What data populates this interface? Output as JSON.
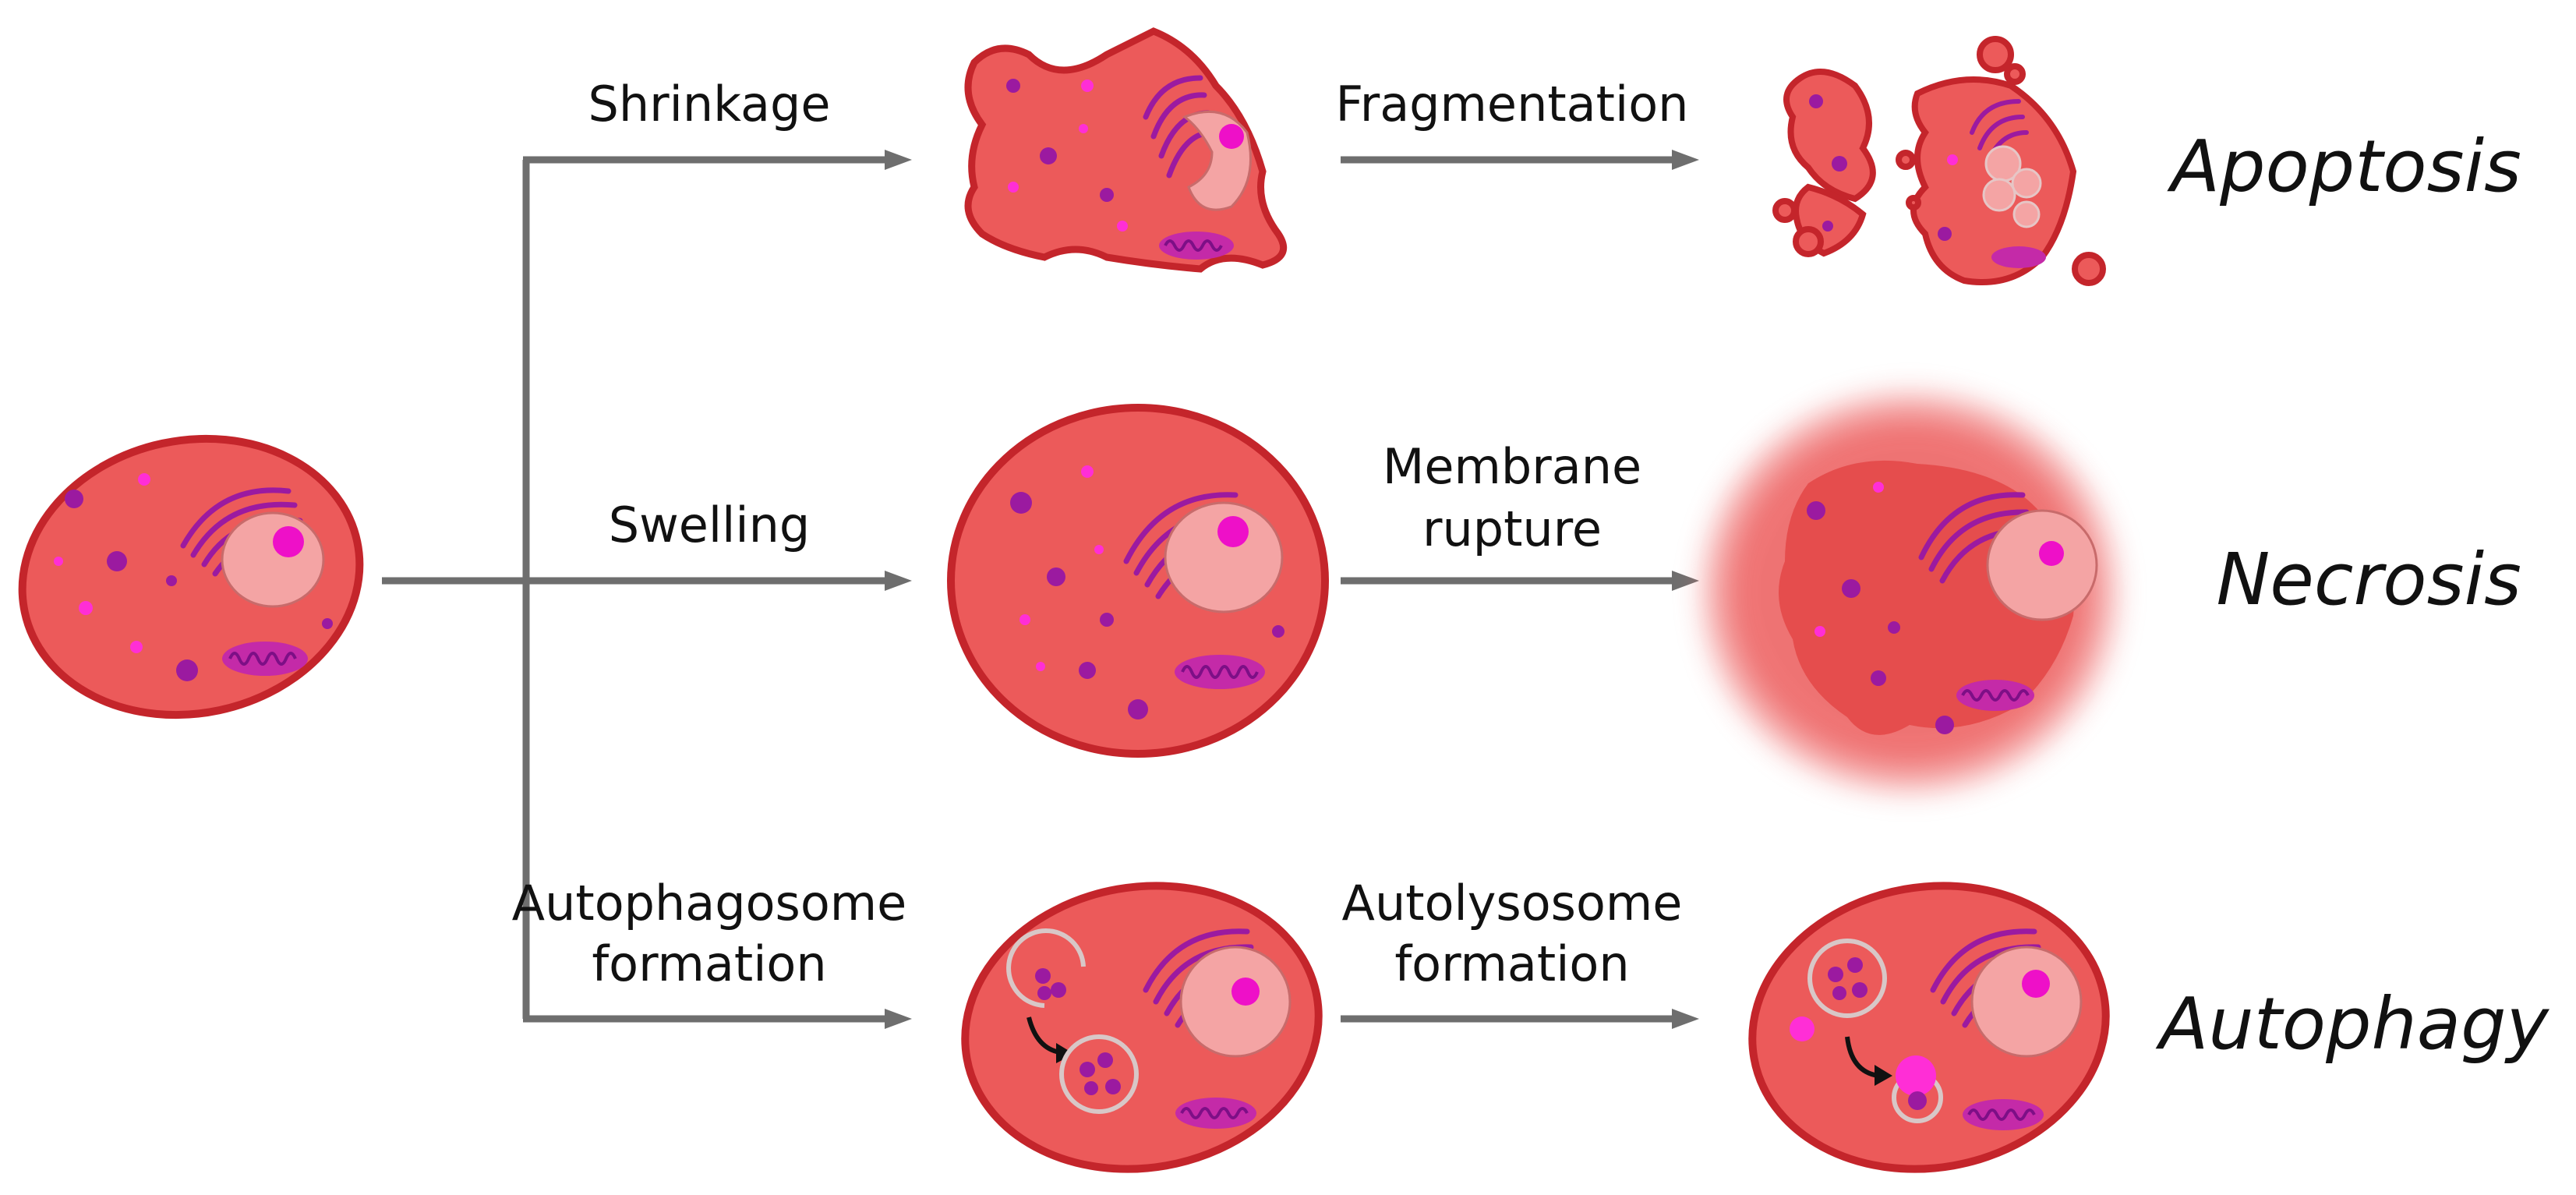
{
  "steps": {
    "shrinkage": "Shrinkage",
    "fragmentation": "Fragmentation",
    "swelling": "Swelling",
    "membrane_rupture": [
      "Membrane",
      "rupture"
    ],
    "autophagosome_formation": [
      "Autophagosome",
      "formation"
    ],
    "autolysosome_formation": [
      "Autolysosome",
      "formation"
    ]
  },
  "outcomes": {
    "apoptosis": "Apoptosis",
    "necrosis": "Necrosis",
    "autophagy": "Autophagy"
  },
  "colors": {
    "cell_fill": "#ec5a5a",
    "cell_outline": "#c4252b",
    "nucleus": "#f4a4a4",
    "nucleolus": "#ee10c8",
    "organelle": "#9b1aa0",
    "vesicle": "#ff2ed6",
    "arrow": "#6e6e6e",
    "vacuole_ring": "#d8c7c7"
  }
}
